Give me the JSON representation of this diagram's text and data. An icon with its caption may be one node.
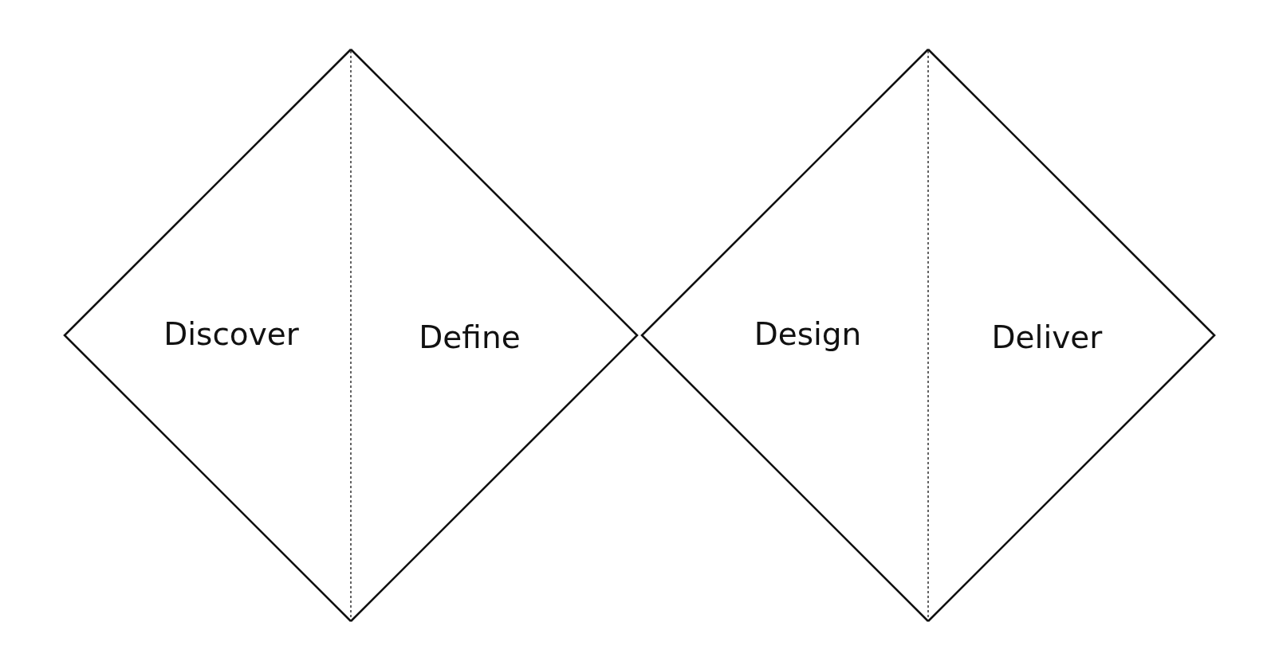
{
  "diagram": {
    "nodes": [
      {
        "text": [
          "Discover"
        ]
      },
      {
        "text": [
          "Define"
        ]
      },
      {
        "text": [
          "Design"
        ]
      },
      {
        "text": [
          "Deliver"
        ]
      }
    ]
  }
}
